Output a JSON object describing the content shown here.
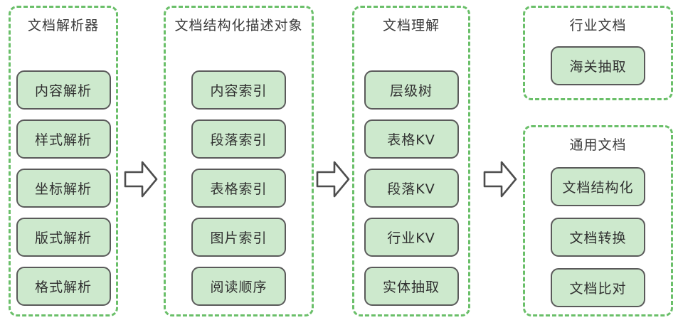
{
  "diagram": {
    "panels": [
      {
        "id": "parser",
        "title": "文档解析器",
        "nodes": [
          "内容解析",
          "样式解析",
          "坐标解析",
          "版式解析",
          "格式解析"
        ]
      },
      {
        "id": "struct",
        "title": "文档结构化描述对象",
        "nodes": [
          "内容索引",
          "段落索引",
          "表格索引",
          "图片索引",
          "阅读顺序"
        ]
      },
      {
        "id": "understand",
        "title": "文档理解",
        "nodes": [
          "层级树",
          "表格KV",
          "段落KV",
          "行业KV",
          "实体抽取"
        ]
      },
      {
        "id": "industry",
        "title": "行业文档",
        "nodes": [
          "海关抽取"
        ]
      },
      {
        "id": "general",
        "title": "通用文档",
        "nodes": [
          "文档结构化",
          "文档转换",
          "文档比对"
        ]
      }
    ],
    "arrows": [
      {
        "id": "arrow-1",
        "name": "arrow-right-icon"
      },
      {
        "id": "arrow-2",
        "name": "arrow-right-icon"
      },
      {
        "id": "arrow-3",
        "name": "arrow-right-icon"
      }
    ],
    "colors": {
      "panel_border": "#6abf69",
      "node_fill": "#cde9cd",
      "node_border": "#5a5a5a",
      "text": "#2f2f2f",
      "background": "#ffffff",
      "arrow_stroke": "#4d4d4d"
    }
  }
}
